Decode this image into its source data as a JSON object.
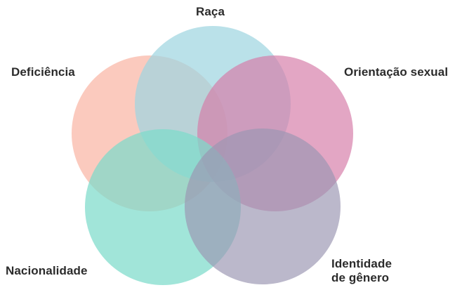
{
  "diagram": {
    "type": "venn",
    "sets": [
      {
        "id": "raca",
        "label": "Raça",
        "color": "#9fd5e0"
      },
      {
        "id": "deficiencia",
        "label": "Deficiência",
        "color": "#f9b6a5"
      },
      {
        "id": "orientacao",
        "label": "Orientação sexual",
        "color": "#d57ca8"
      },
      {
        "id": "nacionalidade",
        "label": "Nacionalidade",
        "color": "#7ddbcb"
      },
      {
        "id": "identidade",
        "label_line1": "Identidade",
        "label_line2": "de gênero",
        "color": "#9b97b2"
      }
    ]
  }
}
